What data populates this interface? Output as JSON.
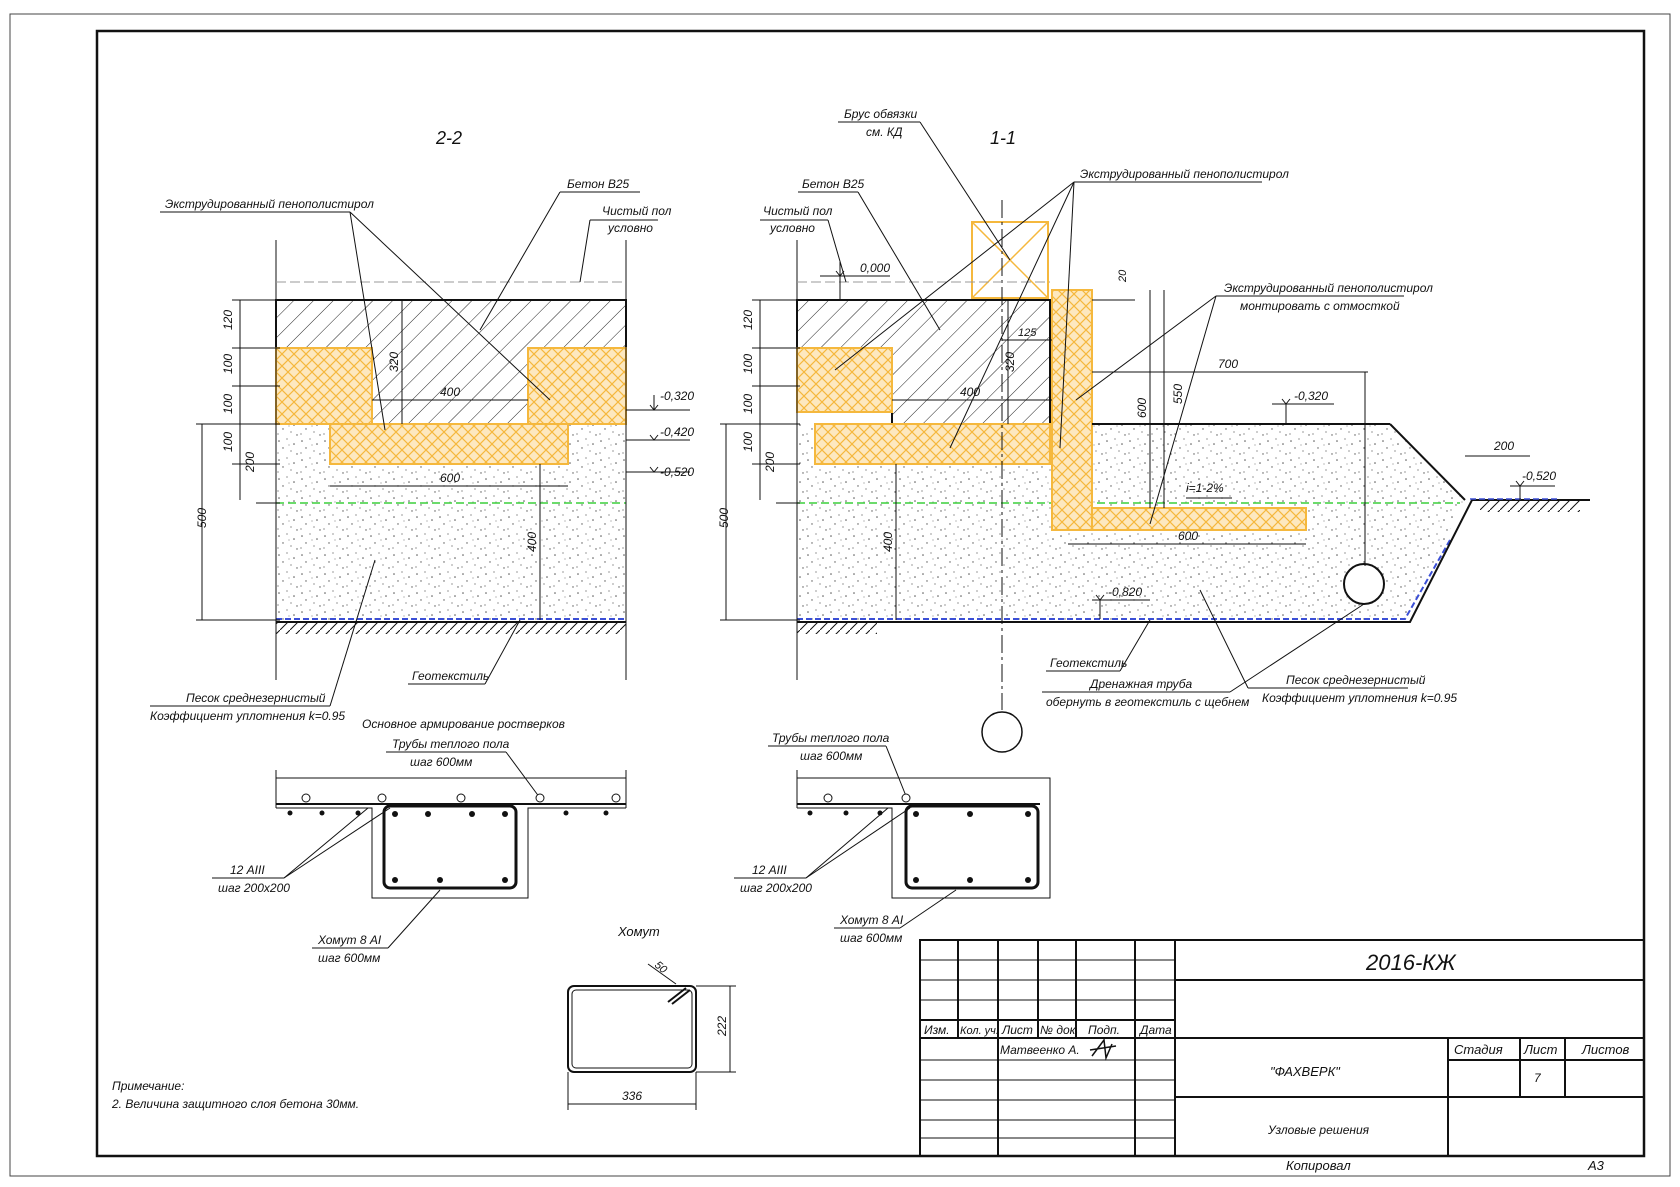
{
  "sections": {
    "s22": {
      "title": "2-2",
      "beton": "Бетон В25",
      "eps": "Экструдированный пенополистирол",
      "floor1": "Чистый пол",
      "floor2": "условно",
      "sand1": "Песок среднезернистый",
      "sand2": "Коэффициент уплотнения k=0.95",
      "geo": "Геотекстиль",
      "levels": [
        "-0,320",
        "-0,420",
        "-0,520"
      ],
      "dims": [
        "120",
        "100",
        "100",
        "100",
        "200",
        "500",
        "320",
        "400",
        "600",
        "400"
      ]
    },
    "s11": {
      "title": "1-1",
      "brus1": "Брус обвязки",
      "brus2": "см. КД",
      "beton": "Бетон В25",
      "eps": "Экструдированный пенополистирол",
      "eps2a": "Экструдированный пенополистирол",
      "eps2b": "монтировать с отмосткой",
      "floor1": "Чистый пол",
      "floor2": "условно",
      "zero": "0,000",
      "levels": [
        "-0,320",
        "-0,520",
        "-0,820"
      ],
      "slope": "i=1-2%",
      "geo": "Геотекстиль",
      "pipe1": "Дренажная труба",
      "pipe2": "обернуть в геотекстиль с щебнем",
      "sand1": "Песок среднезернистый",
      "sand2": "Коэффициент уплотнения k=0.95",
      "dims": [
        "120",
        "100",
        "100",
        "100",
        "200",
        "500",
        "320",
        "125",
        "400",
        "20",
        "600",
        "550",
        "700",
        "600",
        "200",
        "400"
      ]
    }
  },
  "rebar": {
    "main": "Основное армирование ростверков",
    "pipes1": "Трубы теплого пола",
    "pipes2": "шаг 600мм",
    "bar1": "12 АIII",
    "bar2": "шаг 200х200",
    "clamp1": "Хомут 8 АI",
    "clamp2": "шаг 600мм"
  },
  "clamp_detail": {
    "title": "Хомут",
    "w": "336",
    "h": "222",
    "hook": "50"
  },
  "note": {
    "title": "Примечание:",
    "text": "2. Величина защитного слоя бетона 30мм."
  },
  "stamp": {
    "code": "2016-КЖ",
    "company": "\"ФАХВЕРК\"",
    "sheet_name": "Узловые решения",
    "headers": [
      "Изм.",
      "Кол. уч.",
      "Лист",
      "№ док.",
      "Подп.",
      "Дата"
    ],
    "author": "Матвеенко А.",
    "stage": "Стадия",
    "sheet": "Лист",
    "sheets": "Листов",
    "sheet_no": "7",
    "copied": "Копировал",
    "format": "А3"
  },
  "colors": {
    "insulation": "#f5b83d",
    "green_line": "#3ccf3c",
    "geotextile": "#3b4fd6"
  }
}
